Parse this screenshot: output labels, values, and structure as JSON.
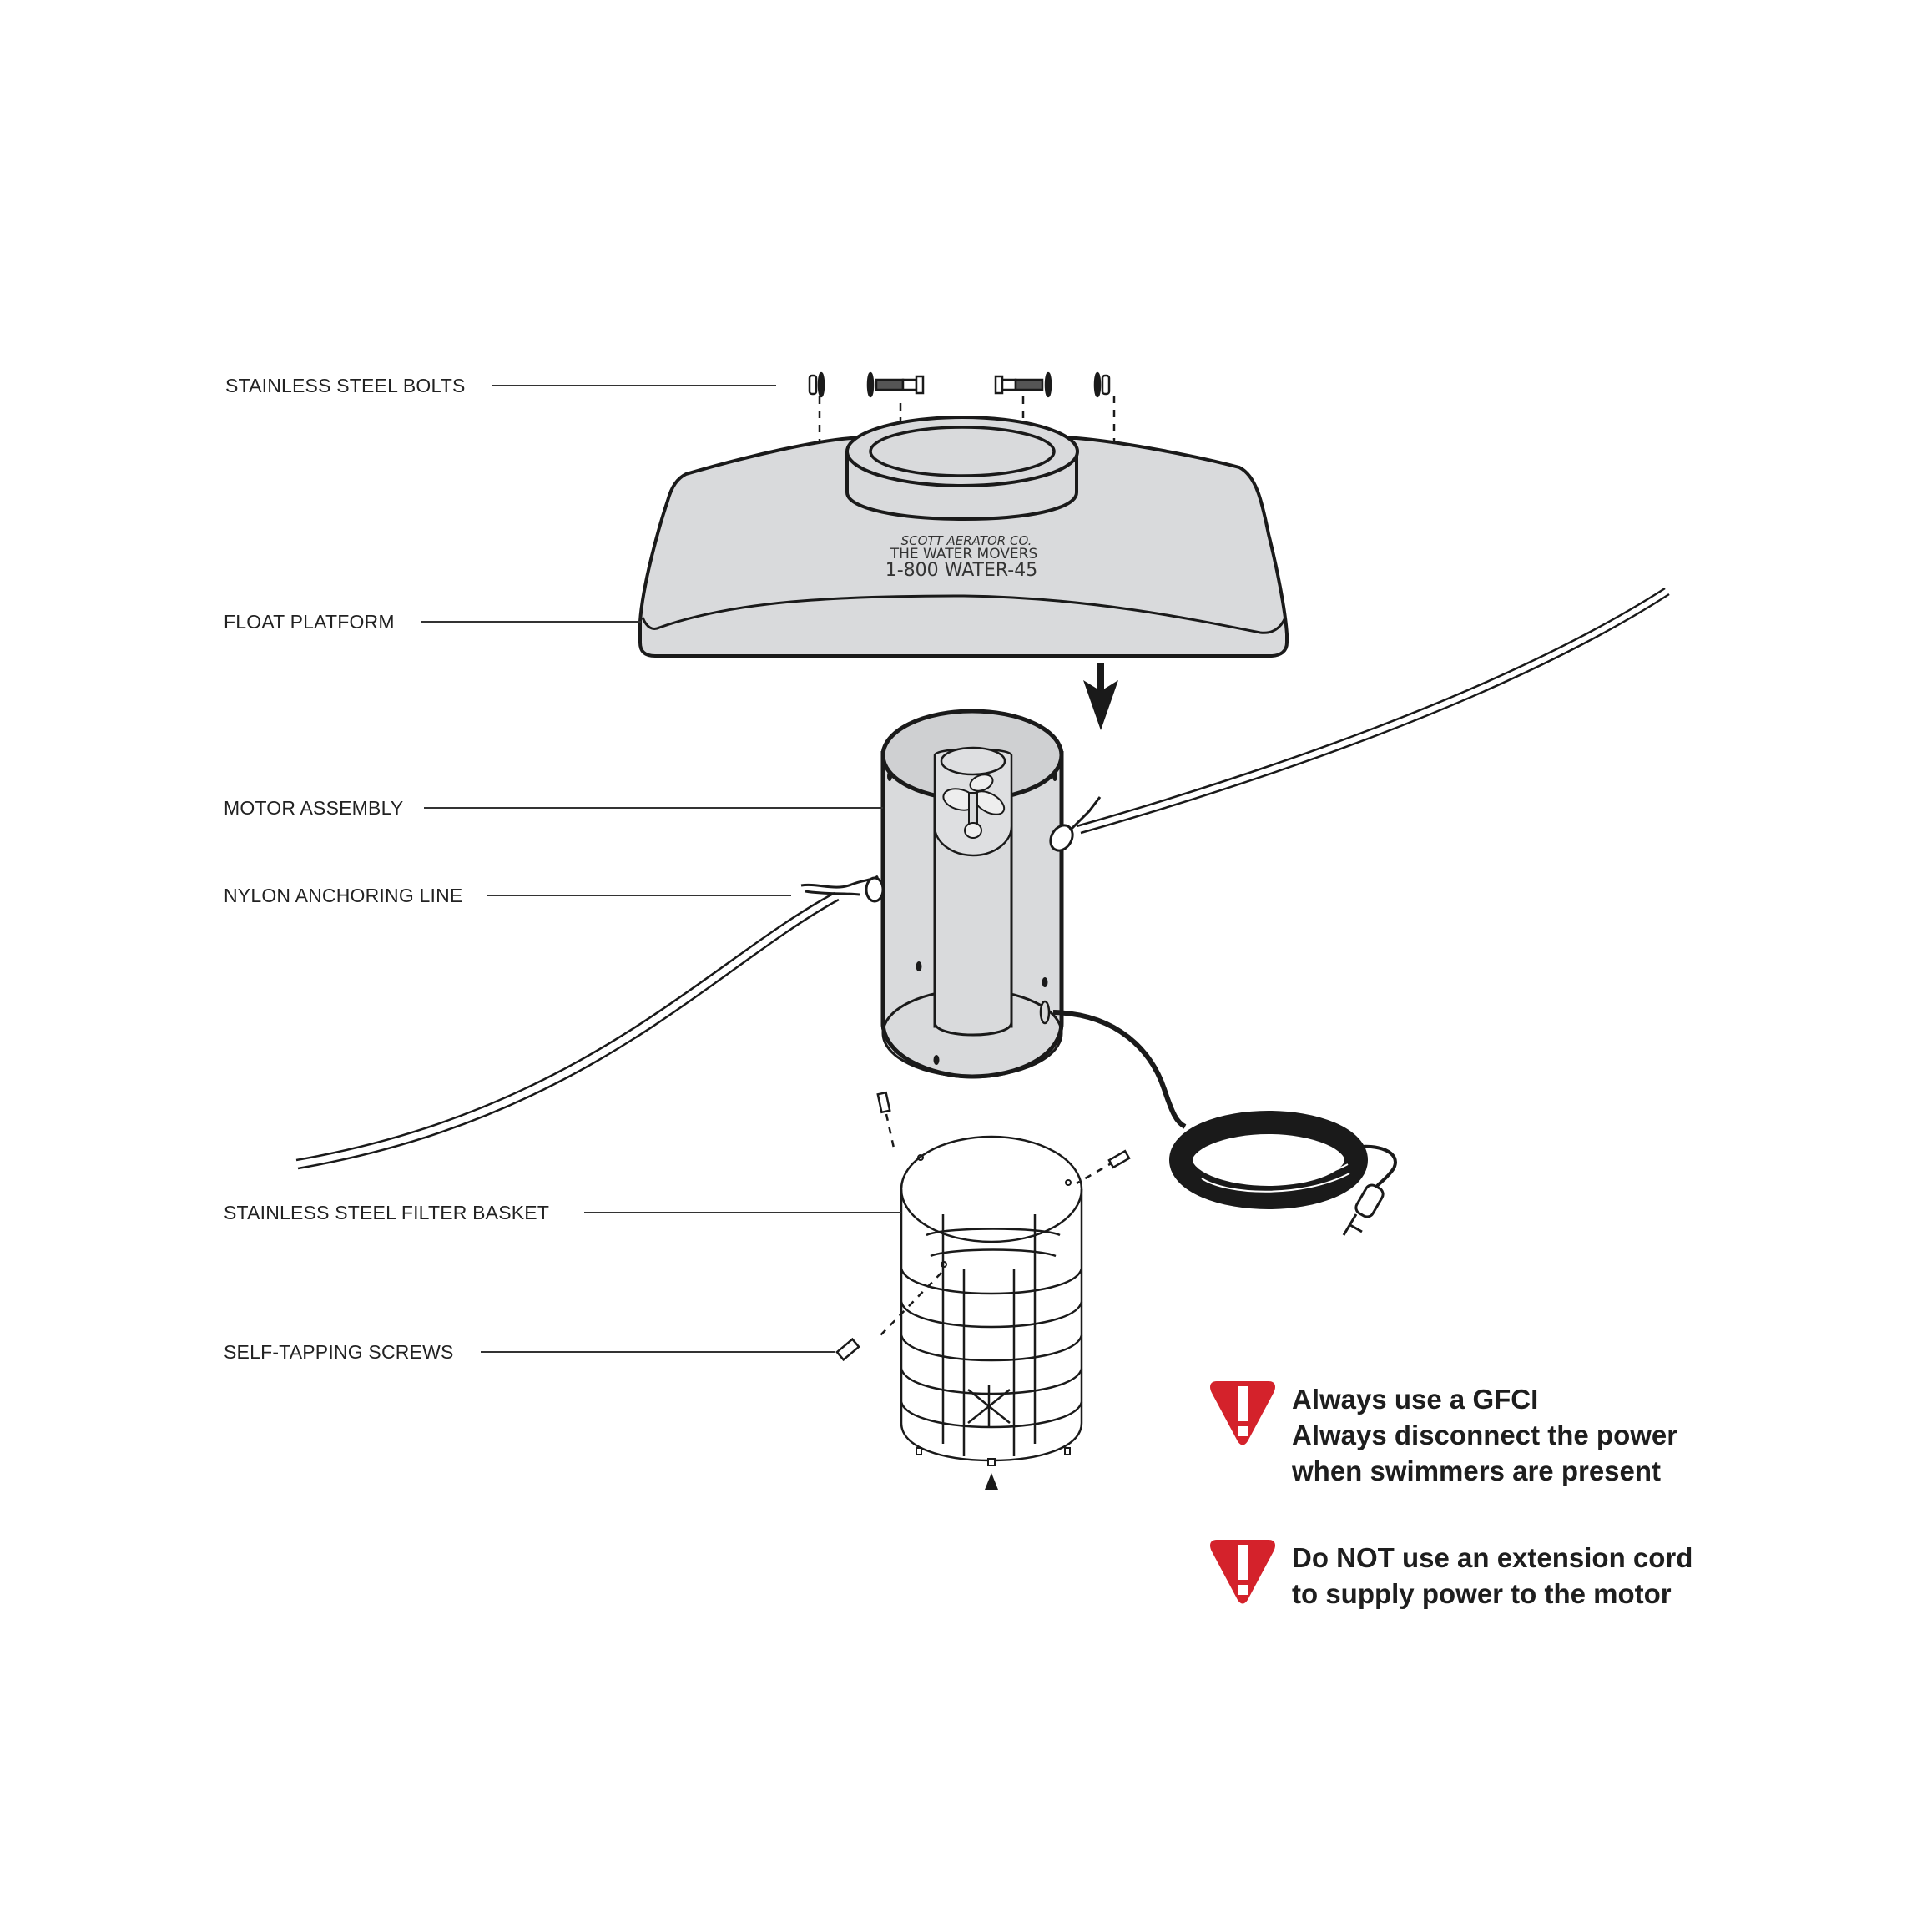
{
  "diagram": {
    "type": "exploded-assembly",
    "subject": "Pond aerator assembly"
  },
  "labels": [
    {
      "id": "bolts",
      "text": "STAINLESS STEEL  BOLTS"
    },
    {
      "id": "float",
      "text": "FLOAT PLATFORM"
    },
    {
      "id": "motor",
      "text": "MOTOR ASSEMBLY"
    },
    {
      "id": "nylon",
      "text": "NYLON ANCHORING LINE"
    },
    {
      "id": "basket",
      "text": "STAINLESS STEEL FILTER BASKET"
    },
    {
      "id": "screws",
      "text": "SELF-TAPPING SCREWS"
    }
  ],
  "float_embossing": {
    "line1": "SCOTT AERATOR CO.",
    "line2": "THE WATER MOVERS",
    "line3": "1-800 WATER-45"
  },
  "warnings": [
    {
      "icon": "warning-exclamation-icon",
      "lines": [
        "Always use a GFCI",
        "Always disconnect the power",
        "when swimmers are present"
      ]
    },
    {
      "icon": "warning-exclamation-icon",
      "lines": [
        "Do NOT use an extension cord",
        "to supply power to the motor"
      ]
    }
  ],
  "colors": {
    "warning_red": "#d4222b",
    "part_fill": "#d9dadc",
    "outline": "#1a1a1a",
    "background": "#ffffff"
  }
}
